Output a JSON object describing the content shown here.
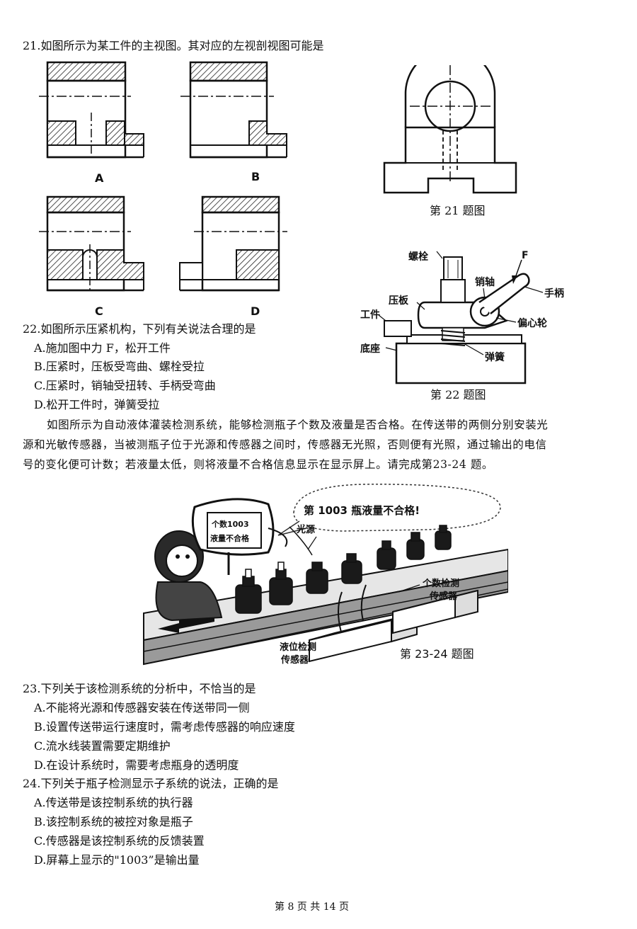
{
  "q21": {
    "stem": "21.如图所示为某工件的主视图。其对应的左视剖视图可能是",
    "labels": [
      "A",
      "B",
      "C",
      "D"
    ],
    "caption": "第 21 题图"
  },
  "q22": {
    "stem": "22.如图所示压紧机构，下列有关说法合理的是",
    "options": [
      "A.施加图中力 F，松开工件",
      "B.压紧时，压板受弯曲、螺栓受拉",
      "C.压紧时，销轴受扭转、手柄受弯曲",
      "D.松开工件时，弹簧受拉"
    ],
    "figure_labels": {
      "bolt": "螺栓",
      "force": "F",
      "pin": "销轴",
      "press_plate": "压板",
      "handle": "手柄",
      "workpiece": "工件",
      "cam": "偏心轮",
      "base": "底座",
      "spring": "弹簧"
    },
    "caption": "第 22 题图"
  },
  "passage": {
    "lines": [
      "如图所示为自动液体灌装检测系统，能够检测瓶子个数及液量是否合格。在传送带的两侧分别安装光",
      "源和光敏传感器，当被测瓶子位于光源和传感器之间时，传感器无光照，否则便有光照，通过输出的电信",
      "号的变化便可计数；若液量太低，则将液量不合格信息显示在显示屏上。请完成第23-24 题。"
    ]
  },
  "fig2324": {
    "bubble": "第 1003 瓶液量不合格!",
    "light_source": "光源",
    "count_sensor_1": "个数检测",
    "count_sensor_2": "传感器",
    "level_sensor_1": "液位检测",
    "level_sensor_2": "传感器",
    "screen_1": "个数1003",
    "screen_2": "液量不合格",
    "caption": "第 23-24 题图"
  },
  "q23": {
    "stem": "23.下列关于该检测系统的分析中，不恰当的是",
    "options": [
      "A.不能将光源和传感器安装在传送带同一侧",
      "B.设置传送带运行速度时，需考虑传感器的响应速度",
      "C.流水线装置需要定期维护",
      "D.在设计系统时，需要考虑瓶身的透明度"
    ]
  },
  "q24": {
    "stem": "24.下列关于瓶子检测显示子系统的说法，正确的是",
    "options": [
      "A.传送带是该控制系统的执行器",
      "B.该控制系统的被控对象是瓶子",
      "C.传感器是该控制系统的反馈装置",
      "D.屏幕上显示的\"1003”是输出量"
    ]
  },
  "footer": "第 8 页 共 14 页"
}
